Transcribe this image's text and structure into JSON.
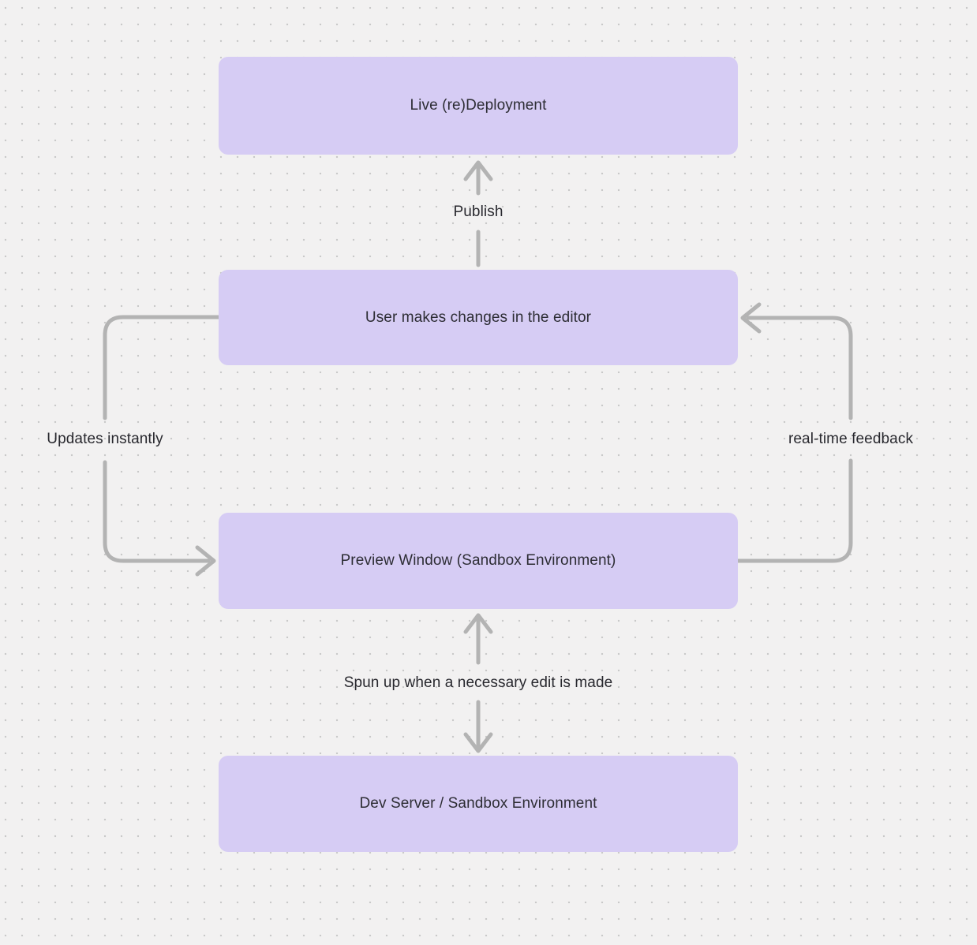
{
  "diagram": {
    "type": "flowchart",
    "background": "dot-grid",
    "nodes": [
      {
        "id": "live-redeployment",
        "label": "Live (re)Deployment"
      },
      {
        "id": "editor-changes",
        "label": "User makes changes in the editor"
      },
      {
        "id": "preview-window",
        "label": "Preview Window (Sandbox Environment)"
      },
      {
        "id": "dev-server",
        "label": "Dev Server / Sandbox Environment"
      }
    ],
    "edges": [
      {
        "id": "publish",
        "label": "Publish",
        "from": "editor-changes",
        "to": "live-redeployment",
        "direction": "up"
      },
      {
        "id": "updates-instantly",
        "label": "Updates instantly",
        "from": "editor-changes",
        "to": "preview-window",
        "direction": "down-left-loop"
      },
      {
        "id": "realtime-feedback",
        "label": "real-time feedback",
        "from": "preview-window",
        "to": "editor-changes",
        "direction": "up-right-loop"
      },
      {
        "id": "spun-up",
        "label": "Spun up when a necessary edit is made",
        "from": "dev-server",
        "to": "preview-window",
        "direction": "bidirectional"
      }
    ],
    "colors": {
      "node_fill": "#d6ccf4",
      "node_text": "#2d2d34",
      "edge_stroke": "#b3b3b3",
      "edge_label_text": "#28282e",
      "background": "#f2f1f1",
      "grid_dot": "#c9c9c9"
    }
  }
}
